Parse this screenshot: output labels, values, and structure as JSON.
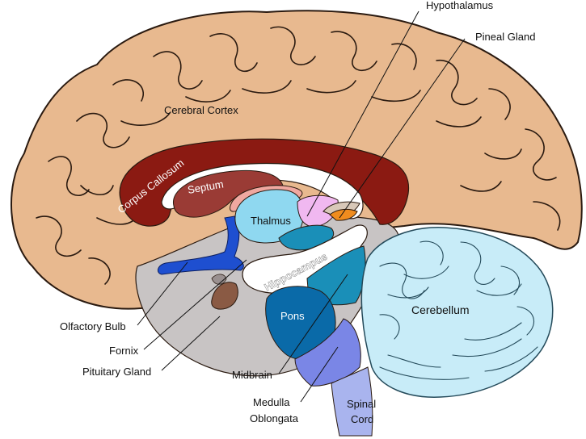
{
  "labels": {
    "hypothalamus": "Hypothalamus",
    "pineal_gland": "Pineal Gland",
    "cerebral_cortex": "Cerebral Cortex",
    "corpus_callosum": "Corpus Callosum",
    "septum": "Septum",
    "thalmus": "Thalmus",
    "hippocampus": "Hippocampus",
    "pons": "Pons",
    "cerebellum": "Cerebellum",
    "olfactory_bulb": "Olfactory Bulb",
    "fornix": "Fornix",
    "pituitary_gland": "Pituitary Gland",
    "midbrain": "Midbrain",
    "medulla_line1": "Medulla",
    "medulla_line2": "Oblongata",
    "spinal_line1": "Spinal",
    "spinal_line2": "Cord"
  },
  "colors": {
    "cortex": "#e8b98f",
    "corpus_callosum": "#8b1a12",
    "septum": "#9a3b35",
    "thalamus": "#8fd8f0",
    "hypothalamus": "#f0b8f0",
    "pineal": "#f08c1e",
    "fornix": "#1e4fd0",
    "brainstem_grey": "#c8c4c4",
    "pons": "#0a6aa8",
    "midbrain": "#1a8fb8",
    "medulla": "#7a86e6",
    "spinal_cord": "#a9b4ee",
    "cerebellum": "#c8ecf8",
    "pituitary": "#8a5a44"
  }
}
